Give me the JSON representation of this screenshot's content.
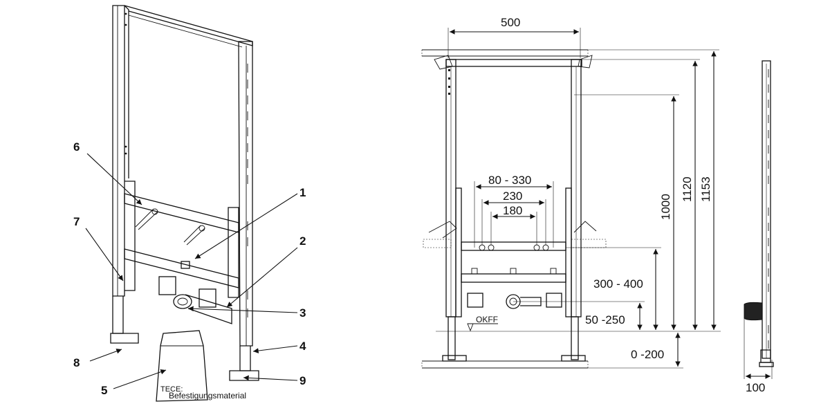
{
  "callouts": [
    "1",
    "2",
    "3",
    "4",
    "5",
    "6",
    "7",
    "8",
    "9"
  ],
  "bag_text": {
    "brand": "TECE:",
    "small": "Befestigungsmaterial"
  },
  "front_view": {
    "width_label": "500",
    "spacing_range": "80 - 330",
    "spacing_230": "230",
    "spacing_180": "180",
    "height_1000": "1000",
    "height_1120": "1120",
    "height_1153": "1153",
    "height_range_300_400": "300 - 400",
    "height_range_50_250": "50 -250",
    "floor_range": "0 -200",
    "floor_reference": "OKFF"
  },
  "side_view": {
    "depth_label": "100"
  },
  "colors": {
    "line": "#111111",
    "background": "#ffffff"
  }
}
